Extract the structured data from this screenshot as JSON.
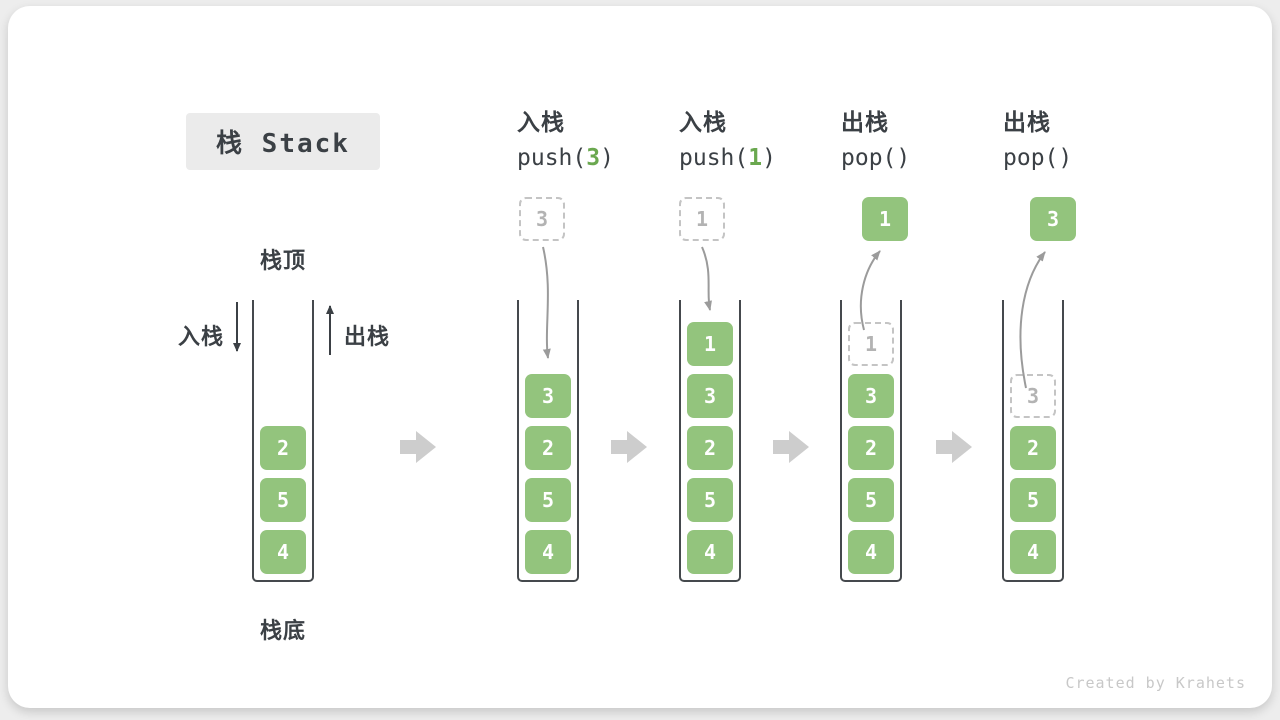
{
  "title": "栈 Stack",
  "footer": "Created by Krahets",
  "colors": {
    "cell_green": "#93c47d",
    "arg_green": "#6aa84f",
    "arrow_gray": "#cdcdcd",
    "curve_gray": "#9b9b9b",
    "ink": "#3b4045",
    "dashed_border": "#c4c4c4",
    "dashed_text": "#b3b3b3",
    "title_bg": "#ebebeb",
    "footer_text": "#c8c8c8"
  },
  "intro": {
    "top_label": "栈顶",
    "bottom_label": "栈底",
    "push_label": "入栈",
    "pop_label": "出栈",
    "cells": [
      "2",
      "5",
      "4"
    ]
  },
  "steps": [
    {
      "label": "入栈",
      "call_prefix": "push(",
      "call_arg": "3",
      "call_suffix": ")",
      "floating": {
        "value": "3",
        "style": "dashed"
      },
      "cells": [
        {
          "value": "3",
          "style": "solid"
        },
        {
          "value": "2",
          "style": "solid"
        },
        {
          "value": "5",
          "style": "solid"
        },
        {
          "value": "4",
          "style": "solid"
        }
      ]
    },
    {
      "label": "入栈",
      "call_prefix": "push(",
      "call_arg": "1",
      "call_suffix": ")",
      "floating": {
        "value": "1",
        "style": "dashed"
      },
      "cells": [
        {
          "value": "1",
          "style": "solid"
        },
        {
          "value": "3",
          "style": "solid"
        },
        {
          "value": "2",
          "style": "solid"
        },
        {
          "value": "5",
          "style": "solid"
        },
        {
          "value": "4",
          "style": "solid"
        }
      ]
    },
    {
      "label": "出栈",
      "call_prefix": "pop()",
      "call_arg": "",
      "call_suffix": "",
      "floating": {
        "value": "1",
        "style": "solid"
      },
      "cells": [
        {
          "value": "1",
          "style": "dashed"
        },
        {
          "value": "3",
          "style": "solid"
        },
        {
          "value": "2",
          "style": "solid"
        },
        {
          "value": "5",
          "style": "solid"
        },
        {
          "value": "4",
          "style": "solid"
        }
      ]
    },
    {
      "label": "出栈",
      "call_prefix": "pop()",
      "call_arg": "",
      "call_suffix": "",
      "floating": {
        "value": "3",
        "style": "solid"
      },
      "cells": [
        {
          "value": "3",
          "style": "dashed"
        },
        {
          "value": "2",
          "style": "solid"
        },
        {
          "value": "5",
          "style": "solid"
        },
        {
          "value": "4",
          "style": "solid"
        }
      ]
    }
  ]
}
